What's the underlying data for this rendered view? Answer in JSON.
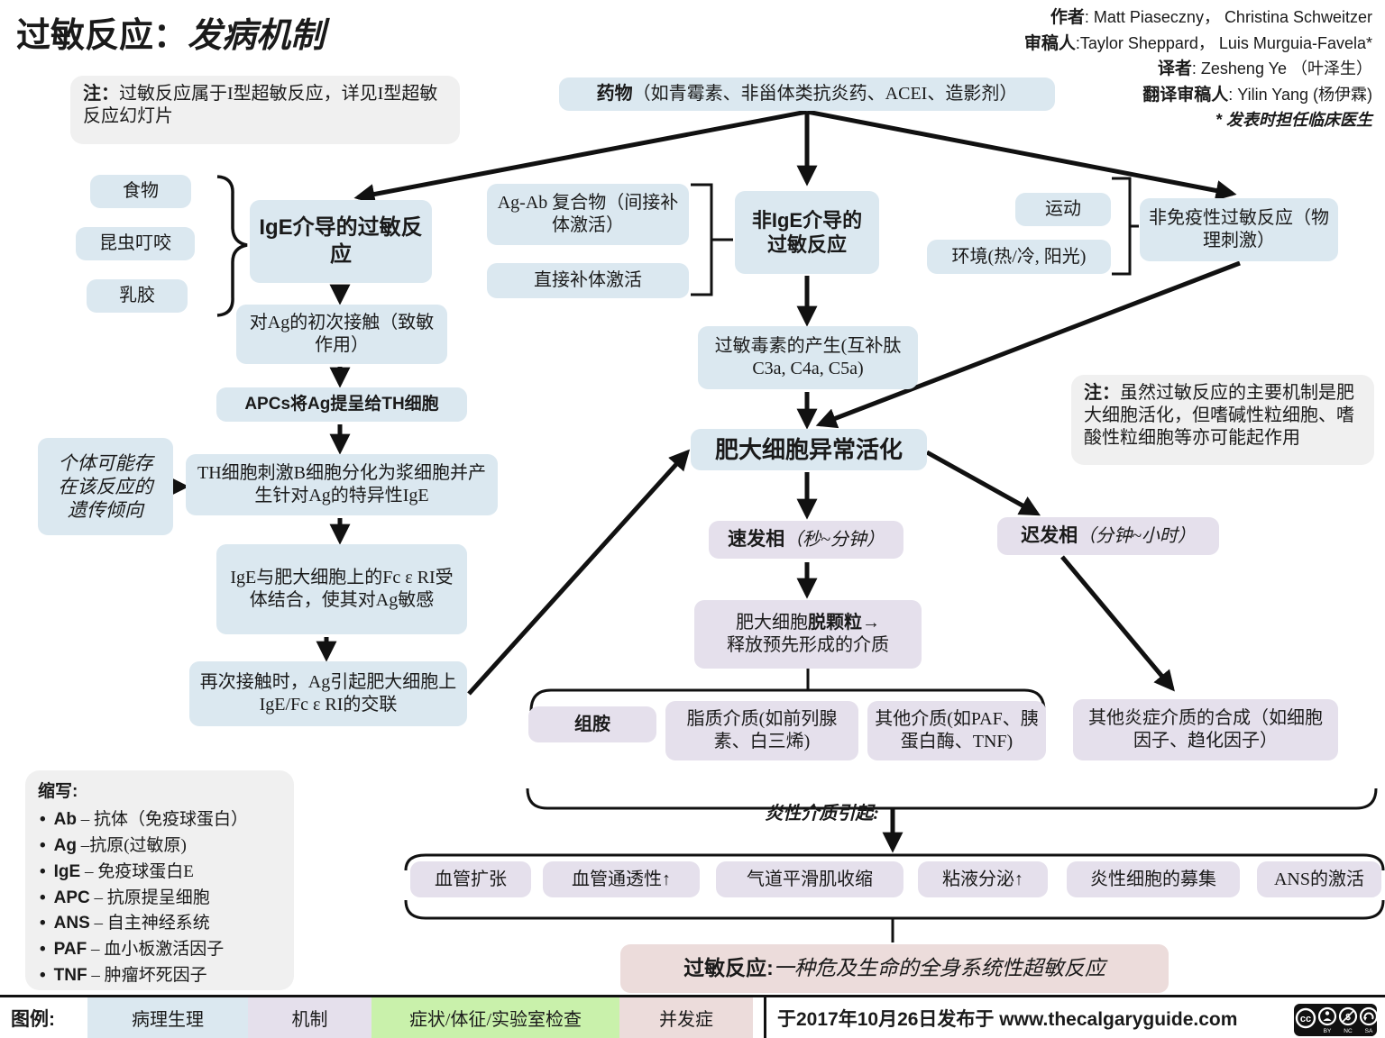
{
  "title": {
    "main": "过敏反应：",
    "sub": "发病机制"
  },
  "credits": {
    "lines": [
      {
        "label": "作者",
        "text": ":  Matt Piaseczny， Christina Schweitzer"
      },
      {
        "label": "审稿人",
        "text": ":Taylor Sheppard， Luis Murguia-Favela*"
      },
      {
        "label": "译者",
        "text": ": Zesheng Ye （叶泽生）"
      },
      {
        "label": "翻译审稿人",
        "text": ": Yilin Yang (杨伊霖)"
      }
    ],
    "footnote": "* 发表时担任临床医生"
  },
  "notes": {
    "type1_bold": "注：",
    "type1": "过敏反应属于I型超敏反应，详见I型超敏反应幻灯片",
    "mast_bold": "注：",
    "mast": "虽然过敏反应的主要机制是肥大细胞活化，但嗜碱性粒细胞、嗜酸性粒细胞等亦可能起作用"
  },
  "nodes": {
    "drugs_bold": "药物",
    "drugs_rest": "（如青霉素、非甾体类抗炎药、ACEI、造影剂）",
    "food": "食物",
    "insect": "昆虫叮咬",
    "latex": "乳胶",
    "ige_mediated": "IgE介导的过敏反应",
    "agab": "Ag-Ab 复合物（间接补体激活）",
    "direct_complement": "直接补体激活",
    "non_ige": "非IgE介导的过敏反应",
    "exercise": "运动",
    "environment": "环境(热/冷, 阳光)",
    "non_immune": "非免疫性过敏反应（物理刺激）",
    "first_exposure": "对Ag的初次接触（致敏作用）",
    "apc_presents": "APCs将Ag提呈给TH细胞",
    "genetic": "个体可能存在该反应的遗传倾向",
    "th_b": "TH细胞刺激B细胞分化为浆细胞并产生针对Ag的特异性IgE",
    "ige_fc": "IgE与肥大细胞上的Fc ε RI受体结合，使其对Ag敏感",
    "reexposure": "再次接触时，Ag引起肥大细胞上IgE/Fc ε RI的交联",
    "anaphylatoxin": "过敏毒素的产生(互补肽C3a, C4a, C5a)",
    "mast_activation": "肥大细胞异常活化",
    "early_bold": "速发相",
    "early_italic": "（秒~分钟）",
    "late_bold": "迟发相",
    "late_italic": "（分钟~小时）",
    "degran_pre": "肥大细胞",
    "degran_bold": "脱颗粒",
    "degran_post": "→",
    "degran_line2": "释放预先形成的介质",
    "histamine": "组胺",
    "lipid": "脂质介质(如前列腺素、白三烯)",
    "other_mediators": "其他介质(如PAF、胰蛋白酶、TNF)",
    "other_inflammatory": "其他炎症介质的合成（如细胞因子、趋化因子）",
    "inflammatory_cause": "炎性介质引起:",
    "vasodilation": "血管扩张",
    "permeability": "血管通透性↑",
    "airway": "气道平滑肌收缩",
    "mucus": "粘液分泌↑",
    "recruitment": "炎性细胞的募集",
    "ans_activation": "ANS的激活",
    "final_bold": "过敏反应:",
    "final_italic": "一种危及生命的全身系统性超敏反应"
  },
  "abbreviations": {
    "title": "缩写:",
    "items": [
      {
        "abbr": "Ab",
        "def": " – 抗体（免疫球蛋白）"
      },
      {
        "abbr": "Ag",
        "def": " –抗原(过敏原)"
      },
      {
        "abbr": "IgE",
        "def": " – 免疫球蛋白E"
      },
      {
        "abbr": "APC",
        "def": " – 抗原提呈细胞"
      },
      {
        "abbr": "ANS",
        "def": " – 自主神经系统"
      },
      {
        "abbr": "PAF",
        "def": " – 血小板激活因子"
      },
      {
        "abbr": "TNF",
        "def": " – 肿瘤坏死因子"
      }
    ]
  },
  "legend": {
    "label": "图例:",
    "items": [
      {
        "label": "病理生理",
        "color": "#dbe8f0"
      },
      {
        "label": "机制",
        "color": "#e5e0ec"
      },
      {
        "label": "症状/体征/实验室检查",
        "color": "#c9f1ab"
      },
      {
        "label": "并发症",
        "color": "#ecdcdb"
      }
    ],
    "published": "于2017年10月26日发布于 ",
    "url": "www.thecalgaryguide.com",
    "cc_logo": "cc",
    "cc_labels": [
      "BY",
      "NC",
      "SA"
    ]
  },
  "colors": {
    "pathophysiology": "#dbe8f0",
    "mechanism": "#e5e0ec",
    "signs": "#c9f1ab",
    "complications": "#ecdcdb",
    "note_gray": "#f0f0f0"
  }
}
